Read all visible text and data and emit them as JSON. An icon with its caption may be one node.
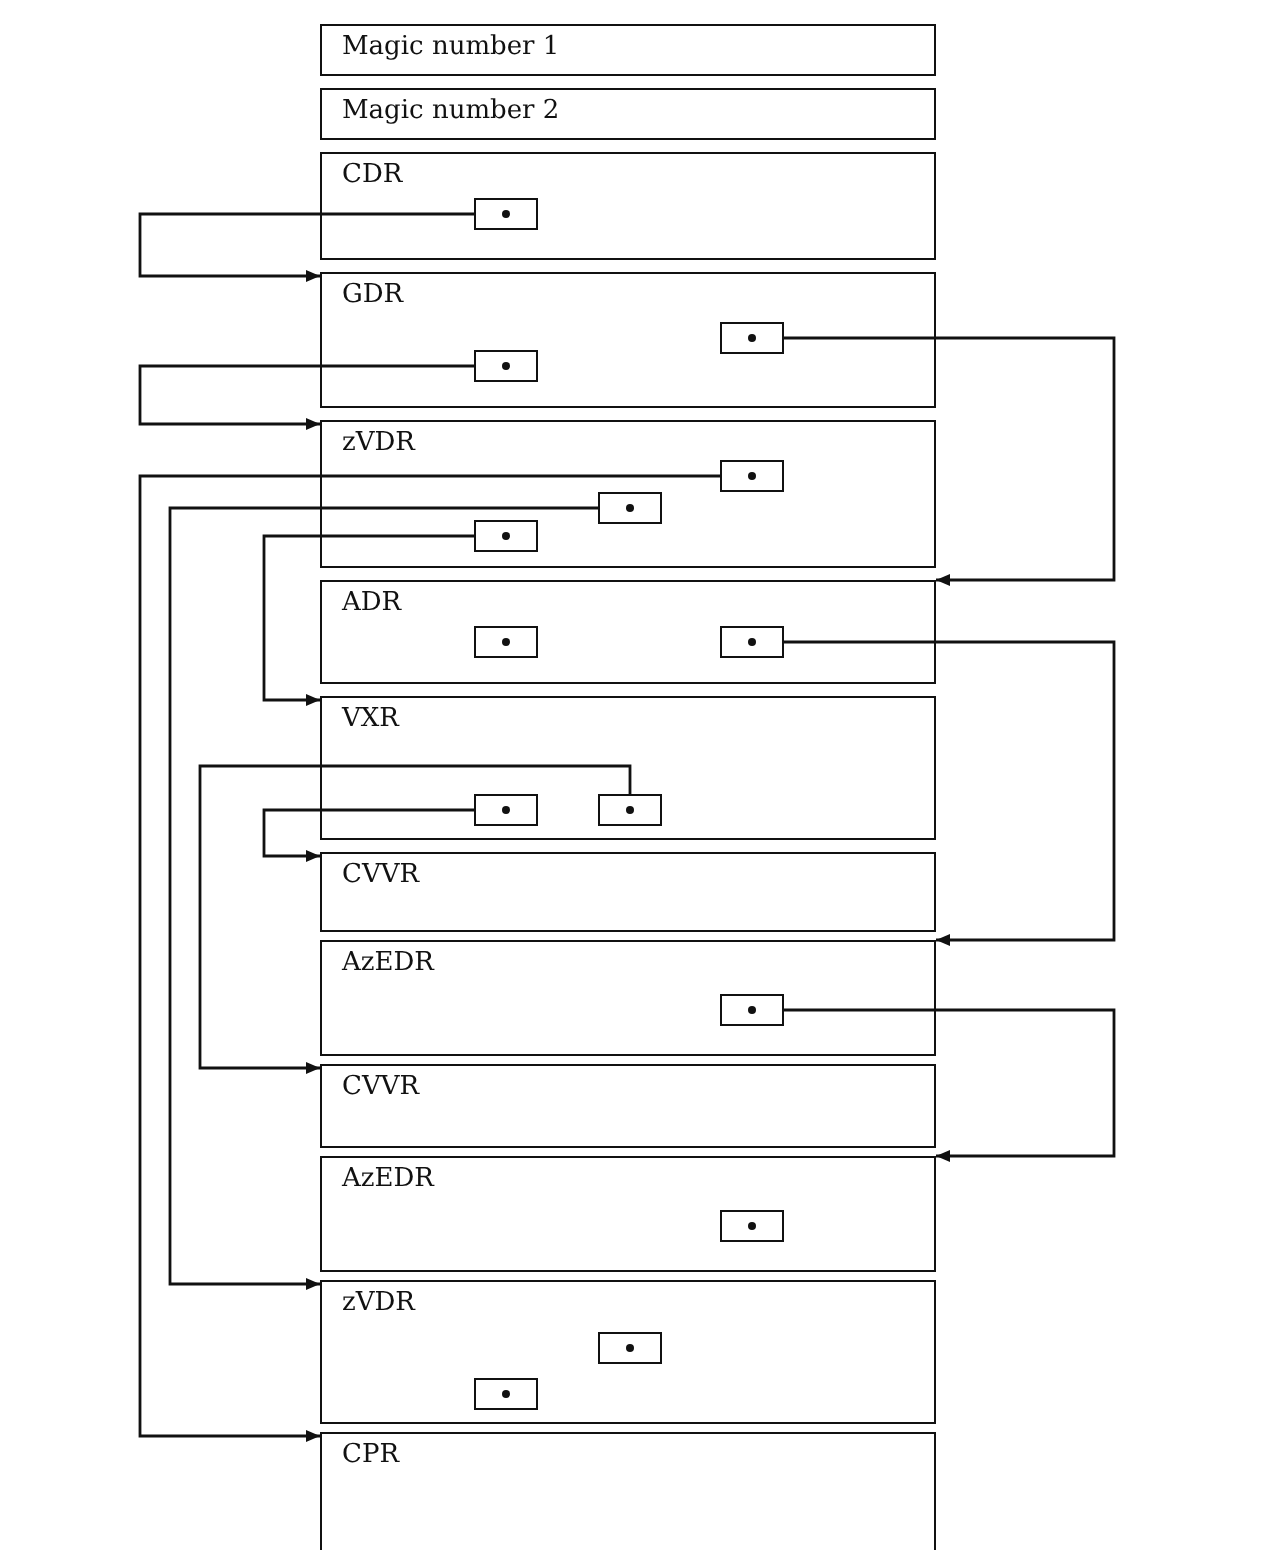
{
  "diagram": {
    "nodes": [
      {
        "text": [
          "Magic number 1"
        ]
      },
      {
        "text": [
          "Magic number 2"
        ]
      },
      {
        "text": [
          "CDR"
        ]
      },
      {
        "text": [],
        "shape": "box",
        "in": 2
      },
      {
        "text": [
          "GDR"
        ]
      },
      {
        "text": [],
        "shape": "box",
        "in": 4
      },
      {
        "text": [],
        "shape": "box",
        "in": 4
      },
      {
        "text": [
          "zVDR"
        ]
      },
      {
        "text": [],
        "shape": "box",
        "in": 7
      },
      {
        "text": [],
        "shape": "box",
        "in": 7
      },
      {
        "text": [],
        "shape": "box",
        "in": 7
      },
      {
        "text": [
          "ADR"
        ]
      },
      {
        "text": [],
        "shape": "box",
        "in": 11
      },
      {
        "text": [],
        "shape": "box",
        "in": 11
      },
      {
        "text": [
          "VXR"
        ]
      },
      {
        "text": [],
        "shape": "box",
        "in": 14
      },
      {
        "text": [],
        "shape": "box",
        "in": 14
      },
      {
        "text": [
          "CVVR"
        ]
      },
      {
        "text": [
          "AzEDR"
        ]
      },
      {
        "text": [],
        "shape": "box",
        "in": 18
      },
      {
        "text": [
          "CVVR"
        ]
      },
      {
        "text": [
          "AzEDR"
        ]
      },
      {
        "text": [],
        "shape": "box",
        "in": 21
      },
      {
        "text": [
          "zVDR"
        ]
      },
      {
        "text": [],
        "shape": "box",
        "in": 23
      },
      {
        "text": [],
        "shape": "box",
        "in": 23
      },
      {
        "text": [
          "CPR"
        ]
      }
    ],
    "edges": [
      {
        "from": 3,
        "to": 4,
        "arrow": "to"
      },
      {
        "from": 6,
        "to": 7,
        "arrow": "to"
      },
      {
        "from": 5,
        "to": 11,
        "arrow": "to"
      },
      {
        "from": 8,
        "to": 26,
        "arrow": "to"
      },
      {
        "from": 9,
        "to": 23,
        "arrow": "to"
      },
      {
        "from": 10,
        "to": 14,
        "arrow": "to"
      },
      {
        "from": 13,
        "to": 18,
        "arrow": "to"
      },
      {
        "from": 15,
        "to": 17,
        "arrow": "to"
      },
      {
        "from": 16,
        "to": 20,
        "arrow": "to"
      },
      {
        "from": 19,
        "to": 21,
        "arrow": "to"
      }
    ]
  }
}
